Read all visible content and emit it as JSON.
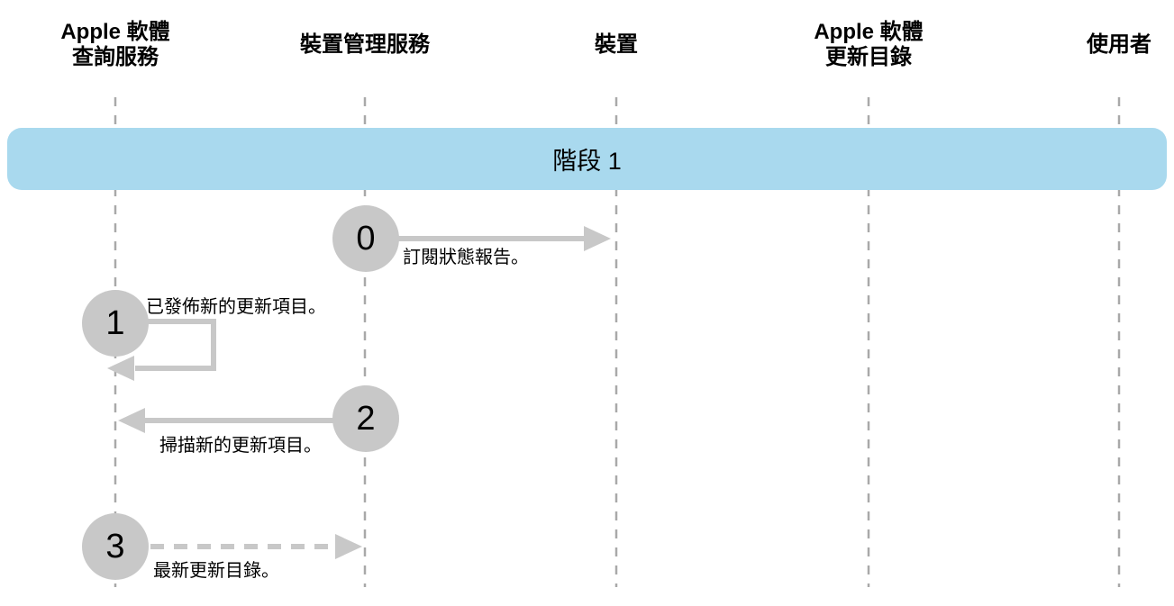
{
  "diagram": {
    "title_hint": "Software update sequence diagram, phase 1",
    "actors": [
      {
        "label": "Apple 軟體\n查詢服務"
      },
      {
        "label": "裝置管理服務"
      },
      {
        "label": "裝置"
      },
      {
        "label": "Apple 軟體\n更新目錄"
      },
      {
        "label": "使用者"
      }
    ],
    "phase_banner": {
      "label": "階段 1"
    },
    "steps": [
      {
        "number": "0",
        "label": "訂閱狀態報告。",
        "from": "裝置管理服務",
        "to": "裝置",
        "line_style": "solid"
      },
      {
        "number": "1",
        "label": "已發佈新的更新項目。",
        "from": "Apple 軟體查詢服務",
        "to": "Apple 軟體查詢服務",
        "line_style": "self-loop"
      },
      {
        "number": "2",
        "label": "掃描新的更新項目。",
        "from": "裝置管理服務",
        "to": "Apple 軟體查詢服務",
        "line_style": "solid"
      },
      {
        "number": "3",
        "label": "最新更新目錄。",
        "from": "Apple 軟體查詢服務",
        "to": "裝置管理服務",
        "line_style": "dashed"
      }
    ],
    "colors": {
      "banner_blue": "#a9d9ee",
      "step_gray": "#c8c8c8",
      "lifeline_gray": "#a9a9a9",
      "text_black": "#000000"
    }
  }
}
